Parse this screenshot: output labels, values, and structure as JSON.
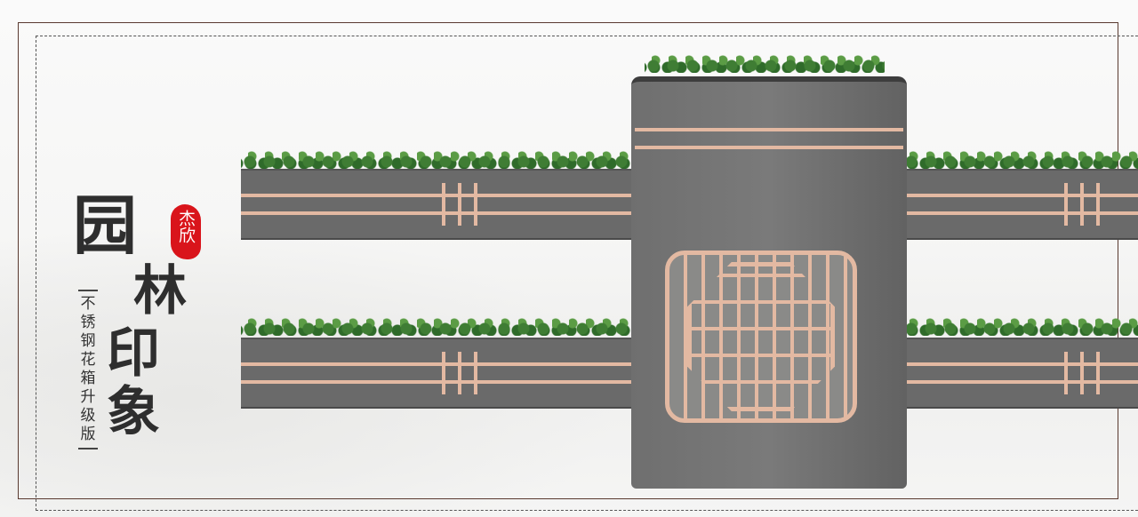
{
  "brand_seal": "杰欣",
  "headline": [
    "园",
    "林",
    "印",
    "象"
  ],
  "subtitle": [
    "不",
    "锈",
    "钢",
    "花",
    "箱",
    "升",
    "级",
    "版"
  ],
  "colors": {
    "accent_rose_gold": "#e3b9a2",
    "planter_gray": "#6a6a6a",
    "seal_red": "#d9141b",
    "text_dark": "#2e2e2e"
  }
}
